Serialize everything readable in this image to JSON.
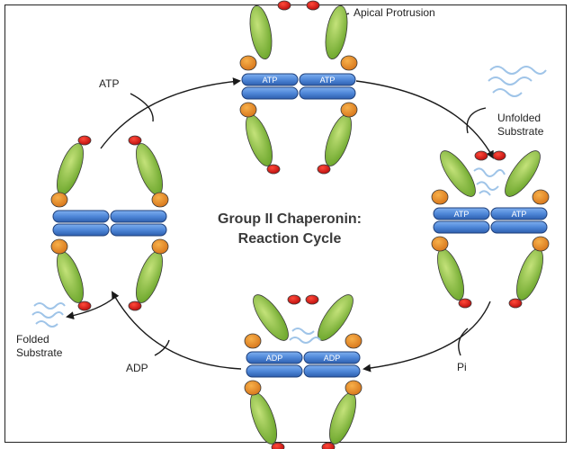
{
  "title": {
    "line1": "Group II Chaperonin:",
    "line2": "Reaction Cycle"
  },
  "labels": {
    "apical": "Apical Protrusion",
    "atp_in": "ATP",
    "unfolded_line1": "Unfolded",
    "unfolded_line2": "Substrate",
    "pi": "Pi",
    "adp_out": "ADP",
    "folded_line1": "Folded",
    "folded_line2": "Substrate"
  },
  "state_badges": {
    "top": [
      "ATP",
      "ATP"
    ],
    "right": [
      "ATP",
      "ATP"
    ],
    "bottom": [
      "ADP",
      "ADP"
    ]
  },
  "colors": {
    "ring_blue": "#4f87d8",
    "equatorial_orange": "#ea8a26",
    "apical_green": "#8cc63f",
    "protrusion_red": "#dd1111",
    "substrate_blue": "#9fc4e8",
    "arrow": "#1a1a1a"
  }
}
